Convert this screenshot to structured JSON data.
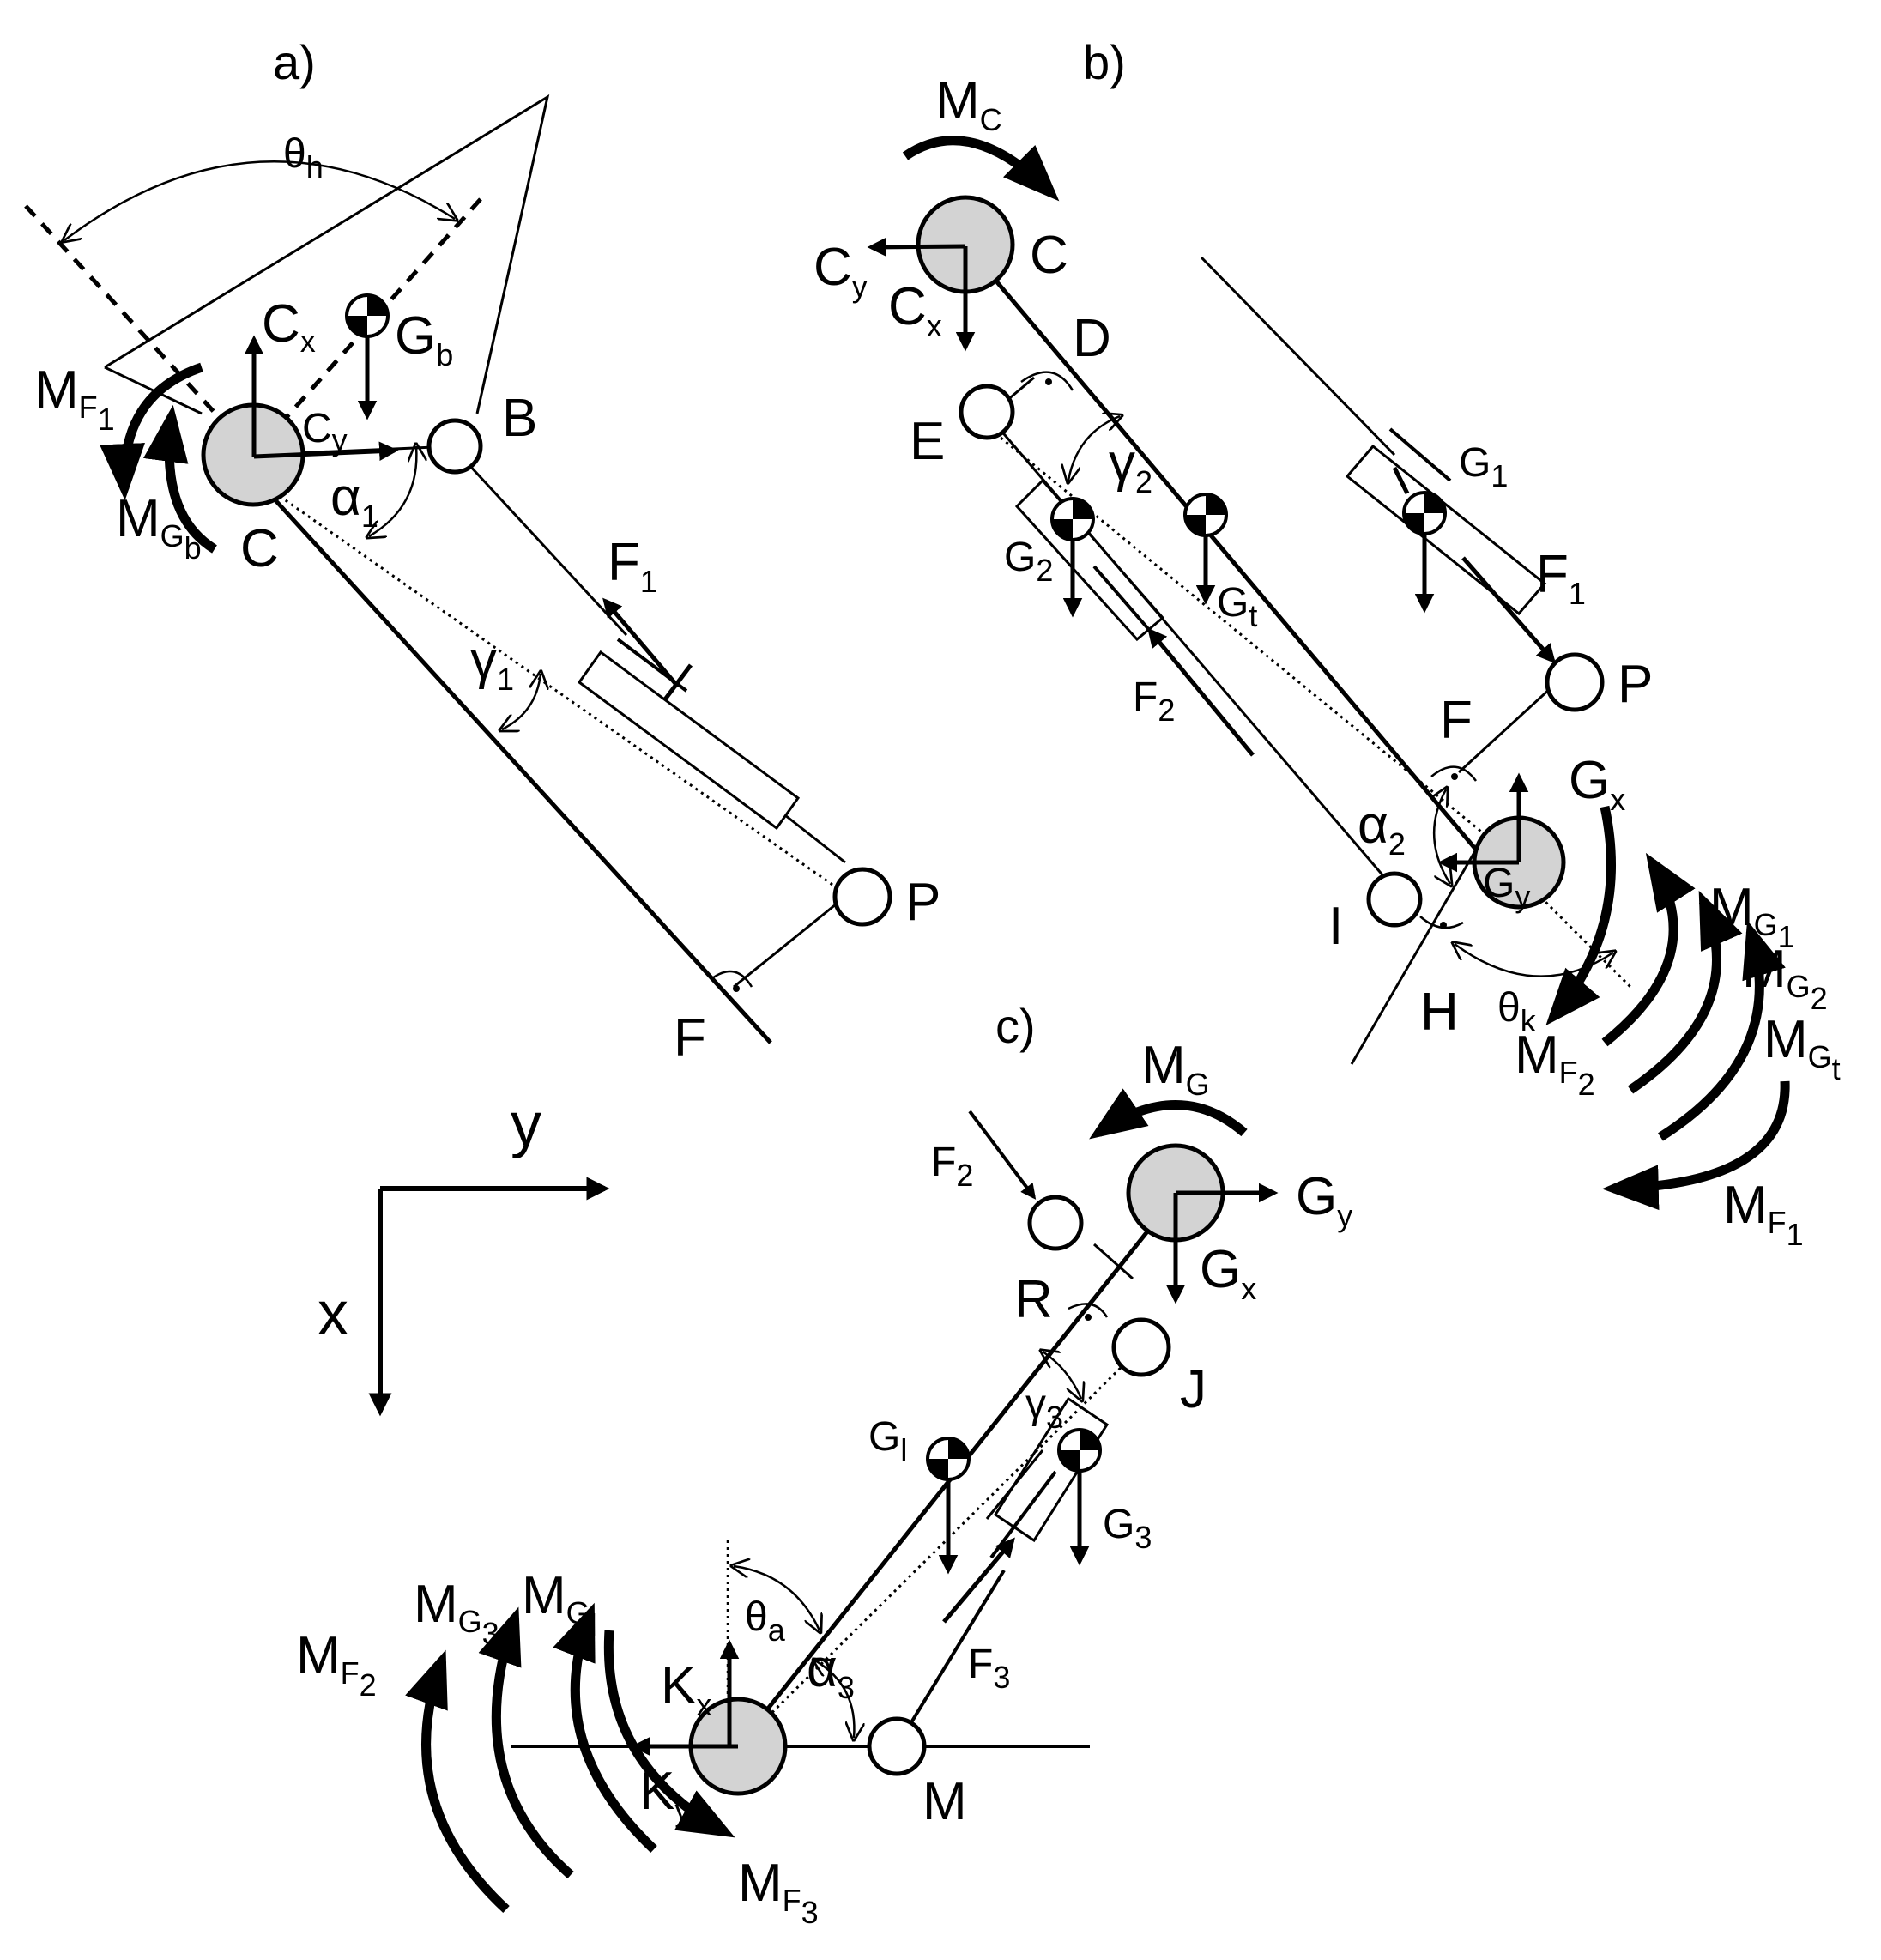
{
  "colors": {
    "ink": "#000000",
    "joint_fill": "#d3d3d3",
    "pin_fill": "#ffffff"
  },
  "panels": {
    "a": "a)",
    "b": "b)",
    "c": "c)"
  },
  "axes": {
    "x": "x",
    "y": "y"
  },
  "labels": {
    "a": {
      "theta_h": {
        "main": "θ",
        "sub": "h"
      },
      "C": "C",
      "B": "B",
      "P": "P",
      "F": "F",
      "Cx": {
        "main": "C",
        "sub": "x"
      },
      "Cy": {
        "main": "C",
        "sub": "y"
      },
      "Gb": {
        "main": "G",
        "sub": "b"
      },
      "MF1": {
        "main": "M",
        "sub": "F",
        "sub2": "1"
      },
      "MGb": {
        "main": "M",
        "sub": "G",
        "sub2": "b"
      },
      "alpha1": {
        "main": "α",
        "sub": "1"
      },
      "gamma1": {
        "main": "γ",
        "sub": "1"
      },
      "F1": {
        "main": "F",
        "sub": "1"
      }
    },
    "b": {
      "MC": {
        "main": "M",
        "sub": "C"
      },
      "C": "C",
      "D": "D",
      "E": "E",
      "P": "P",
      "F": "F",
      "I": "I",
      "H": "H",
      "Cy": {
        "main": "C",
        "sub": "y"
      },
      "Cx": {
        "main": "C",
        "sub": "x"
      },
      "G1": {
        "main": "G",
        "sub": "1"
      },
      "G2": {
        "main": "G",
        "sub": "2"
      },
      "Gt": {
        "main": "G",
        "sub": "t"
      },
      "F1": {
        "main": "F",
        "sub": "1"
      },
      "F2": {
        "main": "F",
        "sub": "2"
      },
      "gamma2": {
        "main": "γ",
        "sub": "2"
      },
      "alpha2": {
        "main": "α",
        "sub": "2"
      },
      "Gx": {
        "main": "G",
        "sub": "x"
      },
      "Gy": {
        "main": "G",
        "sub": "y"
      },
      "theta_k": {
        "main": "θ",
        "sub": "k"
      },
      "MG1": {
        "main": "M",
        "sub": "G",
        "sub2": "1"
      },
      "MG2": {
        "main": "M",
        "sub": "G",
        "sub2": "2"
      },
      "MGt": {
        "main": "M",
        "sub": "G",
        "sub2": "t"
      },
      "MF2": {
        "main": "M",
        "sub": "F",
        "sub2": "2"
      },
      "MF1": {
        "main": "M",
        "sub": "F",
        "sub2": "1"
      }
    },
    "c": {
      "MG": {
        "main": "M",
        "sub": "G"
      },
      "F2": {
        "main": "F",
        "sub": "2"
      },
      "Gy": {
        "main": "G",
        "sub": "y"
      },
      "Gx": {
        "main": "G",
        "sub": "x"
      },
      "R": "R",
      "J": "J",
      "M": "M",
      "Gl": {
        "main": "G",
        "sub": "l"
      },
      "gamma3": {
        "main": "γ",
        "sub": "3"
      },
      "G3": {
        "main": "G",
        "sub": "3"
      },
      "theta_a": {
        "main": "θ",
        "sub": "a"
      },
      "alpha3": {
        "main": "α",
        "sub": "3"
      },
      "F3": {
        "main": "F",
        "sub": "3"
      },
      "Kx": {
        "main": "K",
        "sub": "x"
      },
      "Ky": {
        "main": "K",
        "sub": "y"
      },
      "MF2": {
        "main": "M",
        "sub": "F",
        "sub2": "2"
      },
      "MG3": {
        "main": "M",
        "sub": "G",
        "sub2": "3"
      },
      "MGl": {
        "main": "M",
        "sub": "G",
        "sub2": "l"
      },
      "MF3": {
        "main": "M",
        "sub": "F",
        "sub2": "3"
      }
    }
  }
}
